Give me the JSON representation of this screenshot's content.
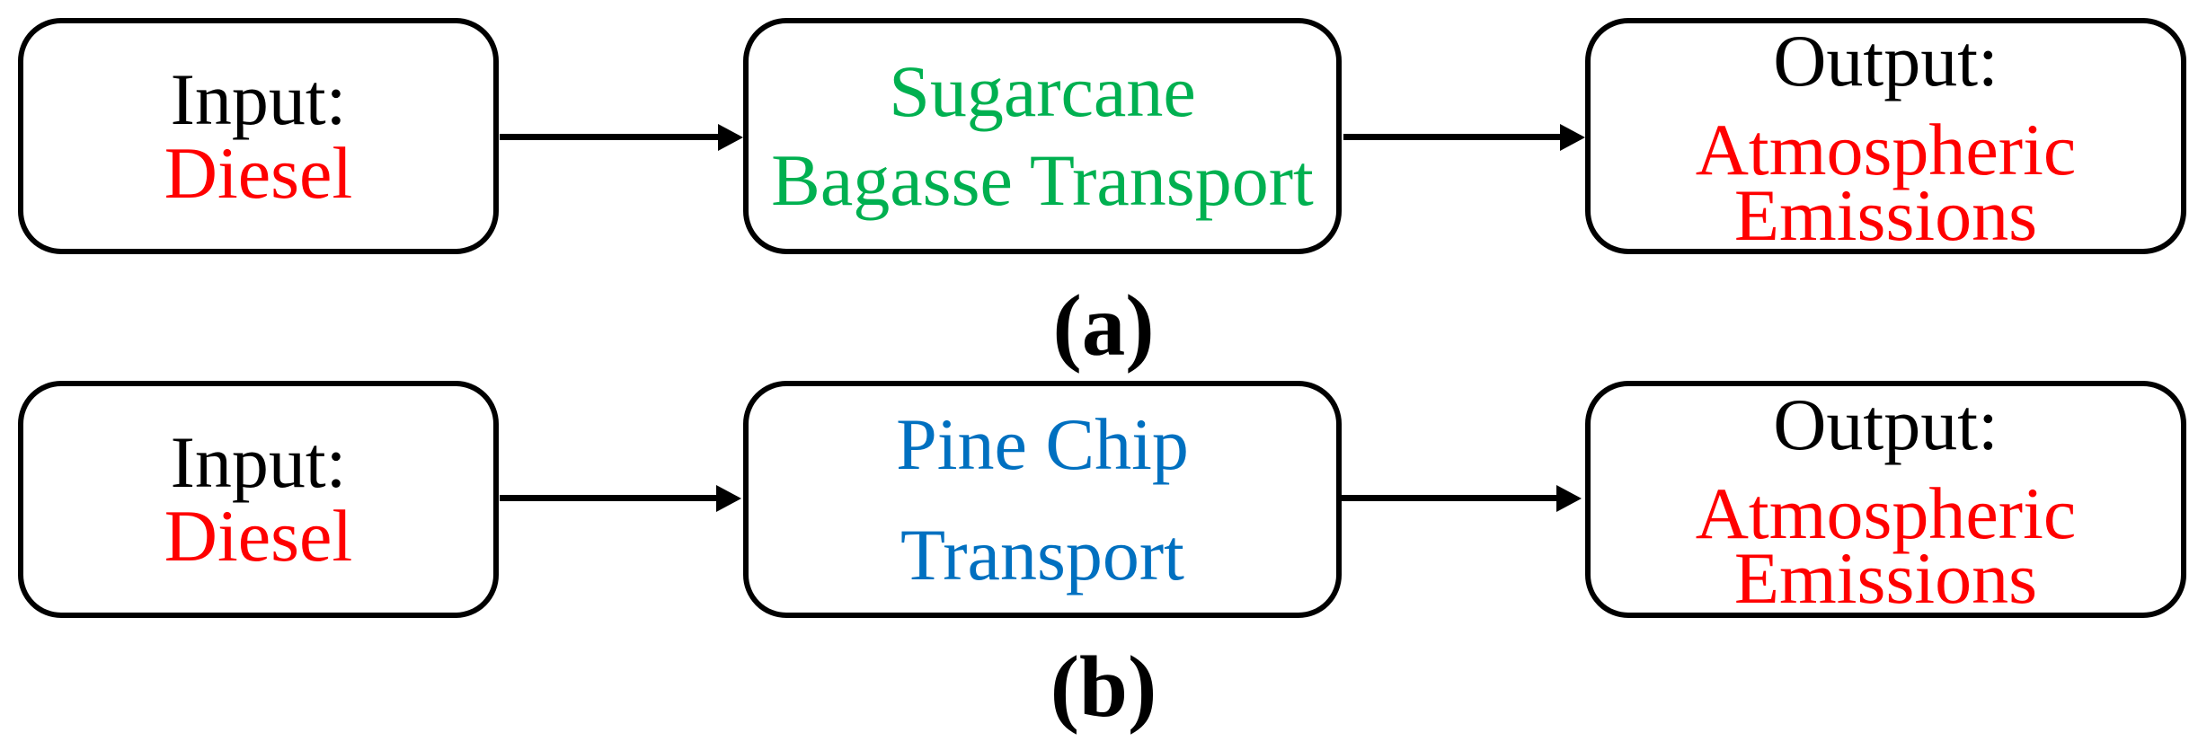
{
  "diagram": {
    "colors": {
      "background": "#ffffff",
      "line_black": "#000000",
      "text_black": "#000000",
      "value_red": "#ff0000",
      "process_green": "#00b050",
      "process_blue": "#0070c0"
    },
    "rows": [
      {
        "caption": "(a)",
        "input": {
          "title": "Input:",
          "value": "Diesel"
        },
        "process": {
          "lines": [
            "Sugarcane",
            "Bagasse Transport"
          ]
        },
        "output": {
          "title": "Output:",
          "value_lines": [
            "Atmospheric",
            "Emissions"
          ]
        }
      },
      {
        "caption": "(b)",
        "input": {
          "title": "Input:",
          "value": "Diesel"
        },
        "process": {
          "lines": [
            "Pine Chip",
            "Transport"
          ]
        },
        "output": {
          "title": "Output:",
          "value_lines": [
            "Atmospheric",
            "Emissions"
          ]
        }
      }
    ]
  }
}
